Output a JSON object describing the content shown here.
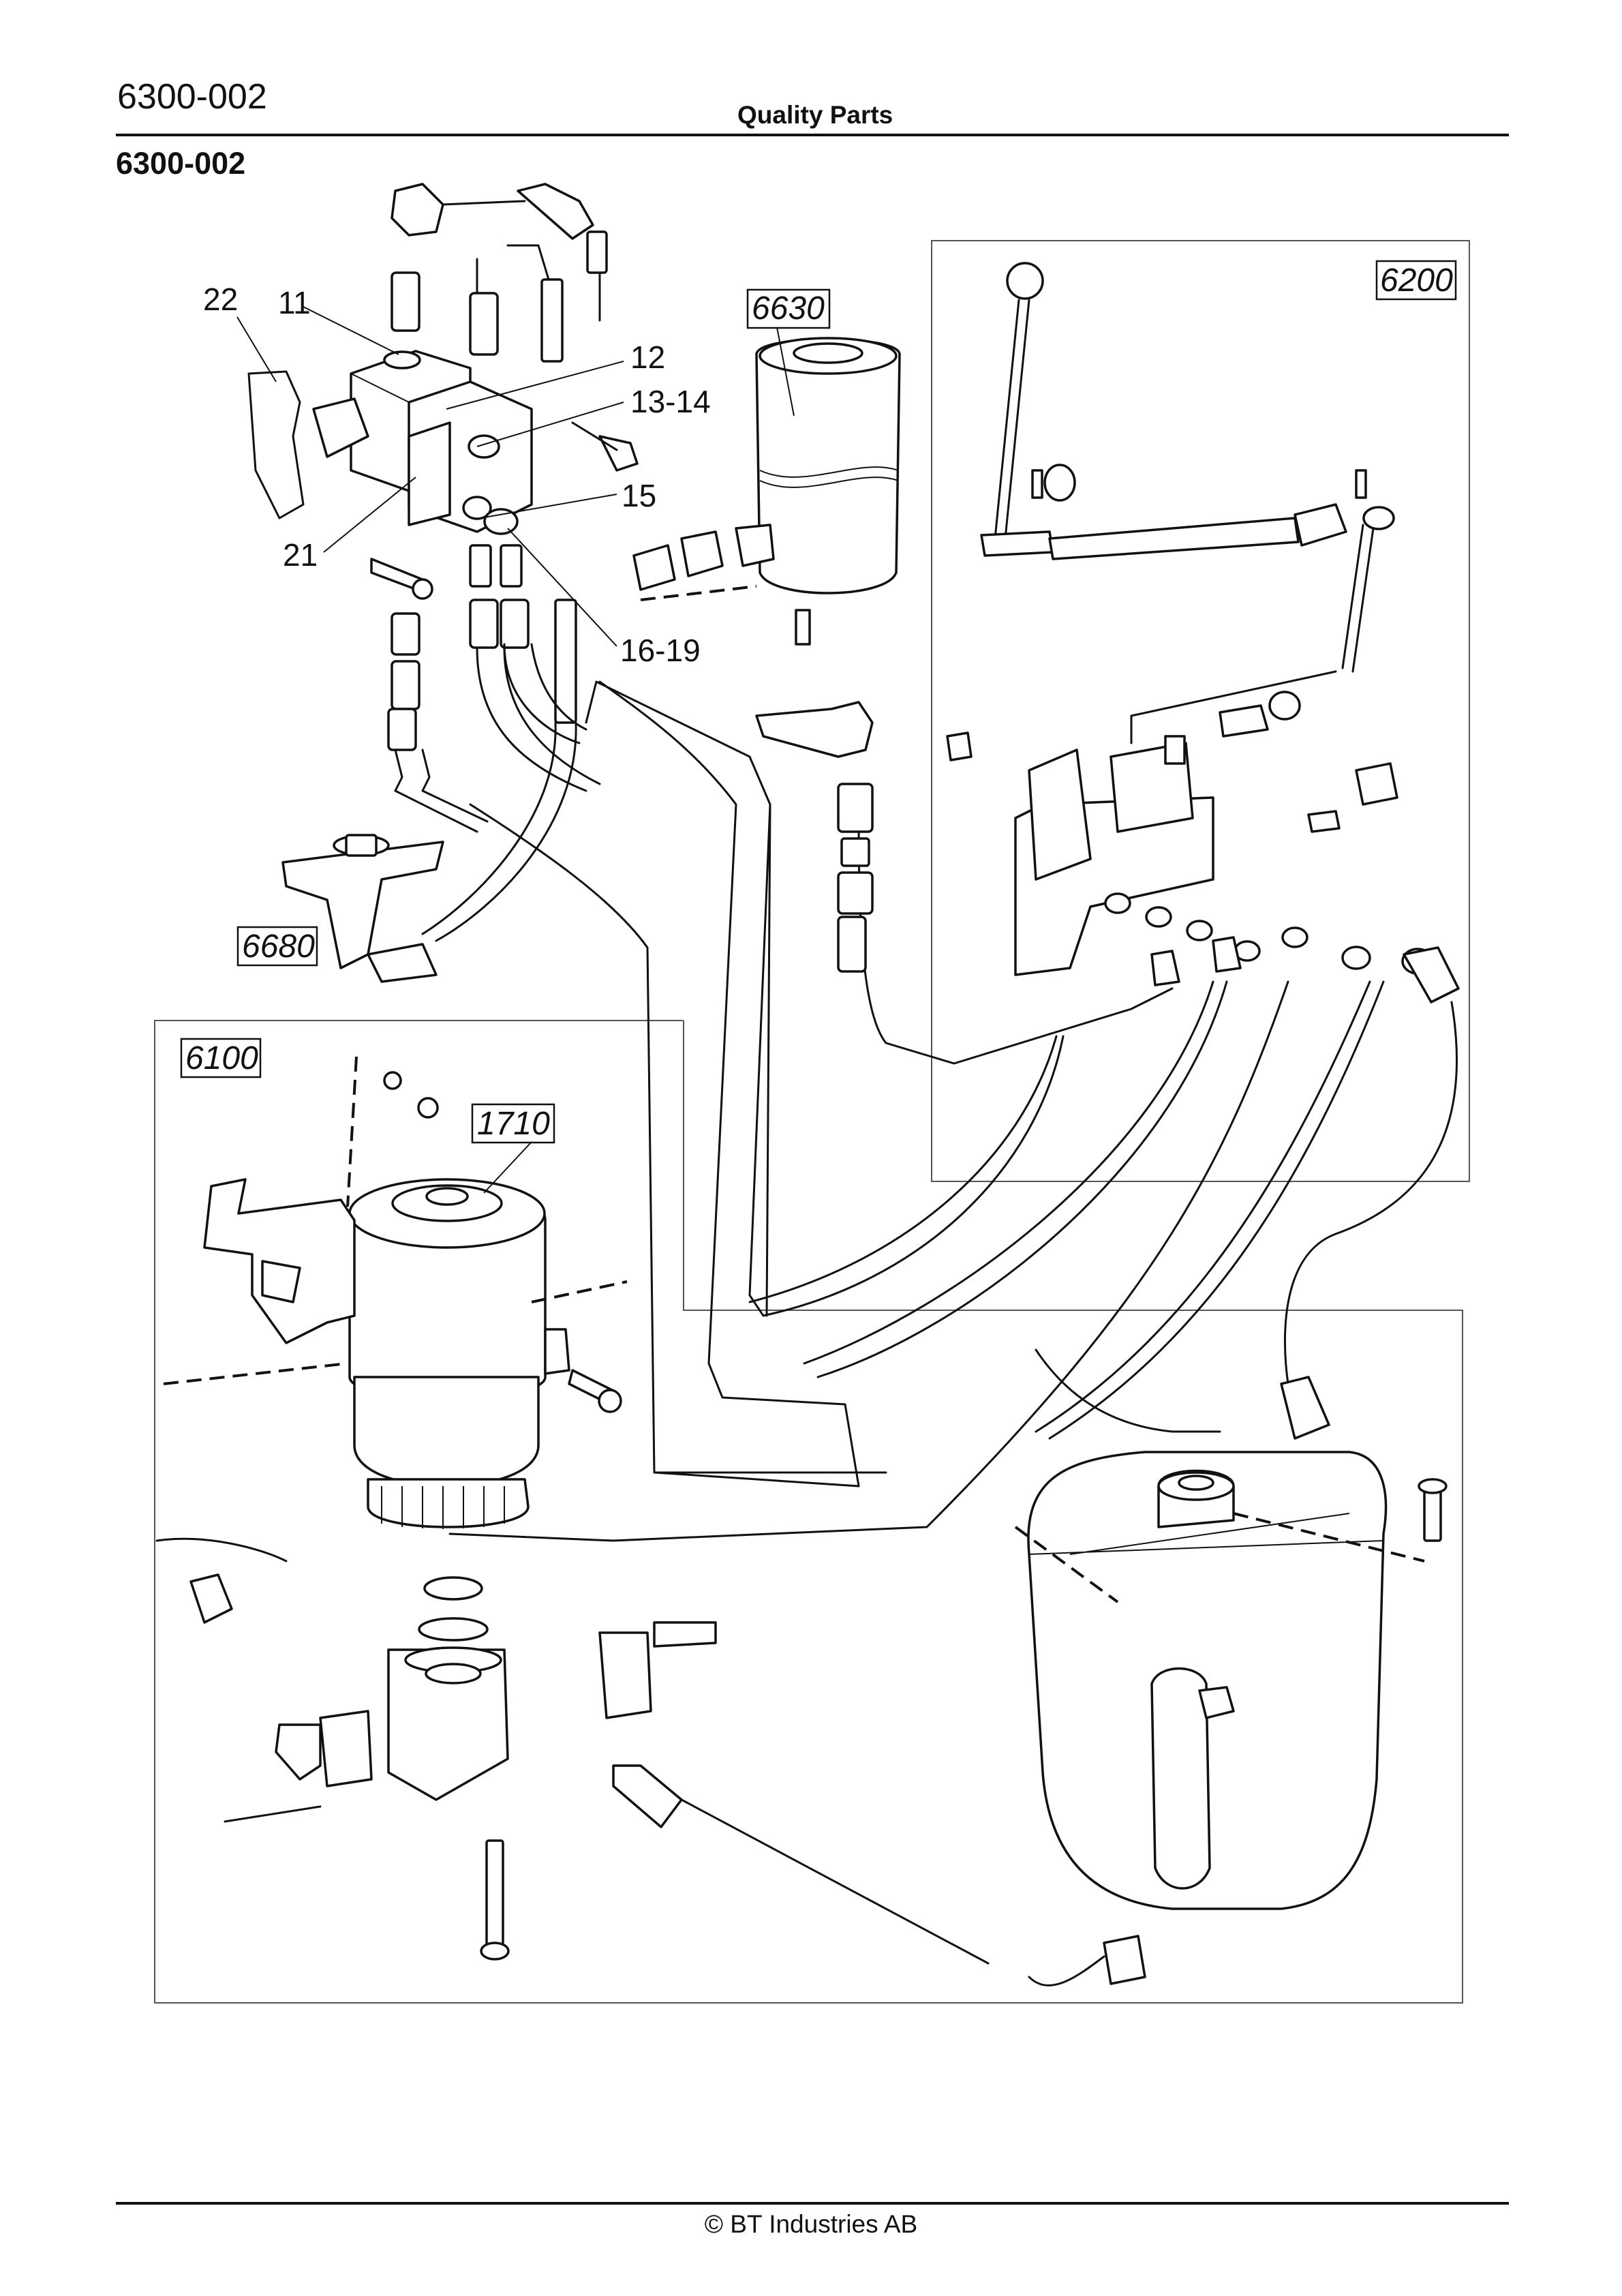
{
  "header": {
    "code": "6300-002",
    "title": "Quality Parts",
    "subtitle_code": "6300-002"
  },
  "callouts": [
    "22",
    "11",
    "12",
    "13-14",
    "15",
    "21",
    "16-19"
  ],
  "references": [
    "6630",
    "6200",
    "6680",
    "6100",
    "1710"
  ],
  "footer": {
    "copyright": "© BT Industries AB"
  }
}
